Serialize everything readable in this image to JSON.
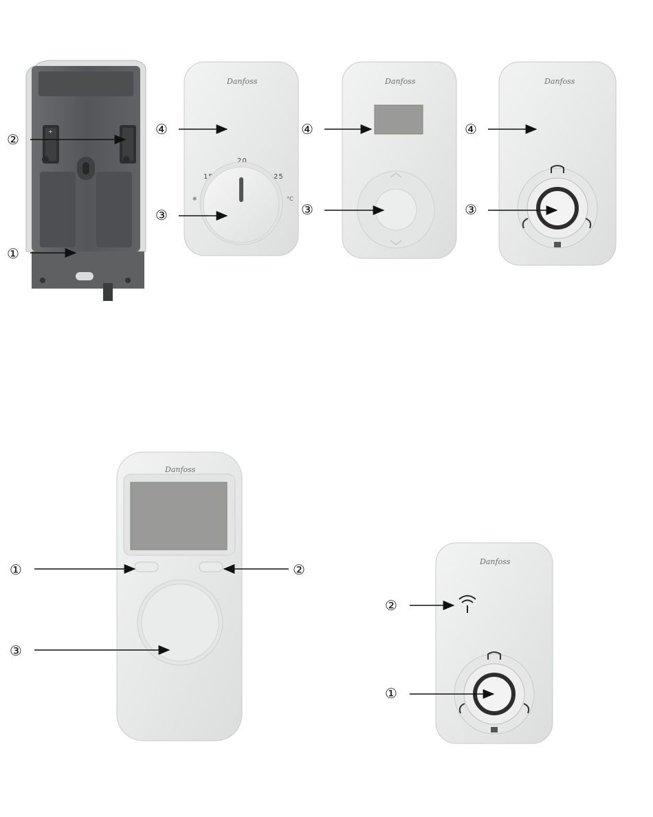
{
  "brand_name": "Danfoss",
  "dial_scale": {
    "low": "15",
    "mid": "20",
    "high": "25",
    "unit": "°C",
    "frost": "❄"
  },
  "callouts": {
    "base_plate": "①",
    "battery": "②",
    "control": "③",
    "front_cover": "④",
    "remote_left_key": "①",
    "remote_right_key": "②",
    "remote_nav": "③",
    "relay_dial": "①",
    "relay_signal": "②"
  },
  "colors": {
    "device_body": "#e7e8e8",
    "device_edge": "#c9cbcc",
    "backplate": "#5a5c5e",
    "lcd": "#9a9b99",
    "arrow": "#111111",
    "ring_dark": "#2d2d2d"
  },
  "icons": [
    "arrow-icon",
    "battery-icon",
    "wireless-signal-icon",
    "danfoss-logo-icon"
  ]
}
